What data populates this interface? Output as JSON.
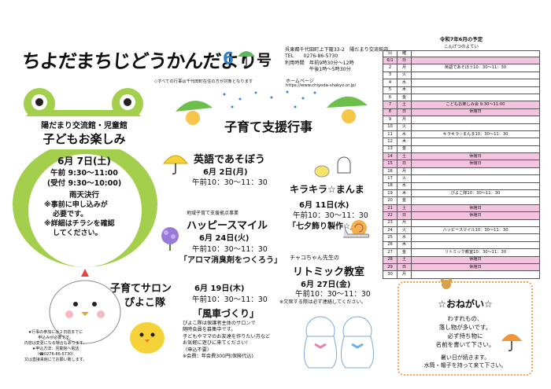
{
  "header": {
    "title": "ちよだまちじどうかんだより",
    "month": "6",
    "issue_suffix": "号",
    "org_lines": [
      "呉東都千代田町上下籠33-2　陽だまり交流館内",
      "TEL　　0276-86-5730",
      "利用時間　年前9時30分〜12時",
      "　　　　　午後1時〜5時30分"
    ],
    "note_all": "◇すべての行事は千代田町在住の方が対象となります",
    "homepage_label": "ホームページ",
    "homepage_url": "https://www.chiyoda-shakyo.or.jp/"
  },
  "frog": {
    "venue": "陽だまり交流館・児童館",
    "event": "子どもお楽しみ",
    "date": "6月 7日(土)",
    "time1": "午前 9:30～11:00",
    "time2": "(受付 9:30～10:00)",
    "rain": "雨天決行",
    "note1": "※事前に申し込みが",
    "note2": "必要です。",
    "note3": "※詳細はチラシを確認",
    "note4": "してください。"
  },
  "center": {
    "heading": "子育て支援行事",
    "eigo_title": "英語であそぼう",
    "eigo_date": "6月 2日(月)",
    "eigo_time": "午前10：30～11：30",
    "kira_title": "キラキラ☆まんま",
    "kira_date": "6月 11日(水)",
    "kira_time": "午前10：30～11：30",
    "kira_theme": "「七夕飾り製作☆」",
    "happy_org": "地域子育て支援拠点事業",
    "happy_title": "ハッピースマイル",
    "happy_date": "6月 24日(火)",
    "happy_time": "午前10：30～11：30",
    "happy_theme": "「アロマ消臭剤をつくろう」",
    "rhythm_pre": "チャコちゃん先生の",
    "rhythm_title": "リトミック教室",
    "rhythm_date": "6月 27日(金)",
    "rhythm_time": "午前10：30～11：30",
    "rhythm_note": "※欠席する際は必ず連絡してください。",
    "salon_title1": "子育てサロン",
    "salon_title2": "ぴよこ隊",
    "salon_date": "6月 19日(木)",
    "salon_time": "午前10：30～11：30",
    "salon_theme": "「風車づくり」",
    "salon_desc1": "ぴよこ隊は保護者主体のサロンで",
    "salon_desc2": "随時会員を募集中です。",
    "salon_desc3": "子どもやママのお友達を作りたい方など",
    "salon_desc4": "お気軽に遊びに来てください！",
    "salon_desc5": "〈申込不要〉",
    "salon_desc6": "※会費：年会費300円(保険代込)",
    "left_note1": "★行事の参加には２日前までに",
    "left_note2": "申込みが必要です。",
    "left_note3": "内容は変更になる場合もあります。",
    "left_note4": "★申込方法：児童館へ電話",
    "left_note5": "（☎0276-86-5730）",
    "left_note6": "又は直接来館にてお願い致します。"
  },
  "schedule": {
    "title": "令和7年6月の予定",
    "subtitle": "こんげつのよてい",
    "col_day": "日",
    "col_week": "曜",
    "rows": [
      {
        "d": "6/1",
        "w": "日",
        "e": "",
        "h": true
      },
      {
        "d": "2",
        "w": "月",
        "e": "英語であそぼう10：30～11：30",
        "h": false
      },
      {
        "d": "3",
        "w": "火",
        "e": "",
        "h": false
      },
      {
        "d": "4",
        "w": "水",
        "e": "",
        "h": false
      },
      {
        "d": "5",
        "w": "木",
        "e": "",
        "h": false
      },
      {
        "d": "6",
        "w": "金",
        "e": "",
        "h": false
      },
      {
        "d": "7",
        "w": "土",
        "e": "こどもお楽しみ会 9:30～11:00",
        "h": true
      },
      {
        "d": "8",
        "w": "日",
        "e": "休館日",
        "h": true
      },
      {
        "d": "9",
        "w": "月",
        "e": "",
        "h": false
      },
      {
        "d": "10",
        "w": "火",
        "e": "",
        "h": false
      },
      {
        "d": "11",
        "w": "水",
        "e": "キラキラ☆まんま10：30～11：30",
        "h": false
      },
      {
        "d": "12",
        "w": "木",
        "e": "",
        "h": false
      },
      {
        "d": "13",
        "w": "金",
        "e": "",
        "h": false
      },
      {
        "d": "14",
        "w": "土",
        "e": "休館日",
        "h": true
      },
      {
        "d": "15",
        "w": "日",
        "e": "休館日",
        "h": true
      },
      {
        "d": "16",
        "w": "月",
        "e": "",
        "h": false
      },
      {
        "d": "17",
        "w": "火",
        "e": "",
        "h": false
      },
      {
        "d": "18",
        "w": "水",
        "e": "",
        "h": false
      },
      {
        "d": "19",
        "w": "木",
        "e": "ぴよこ隊10：30～11：30",
        "h": false
      },
      {
        "d": "20",
        "w": "金",
        "e": "",
        "h": false
      },
      {
        "d": "21",
        "w": "土",
        "e": "休館日",
        "h": true
      },
      {
        "d": "22",
        "w": "日",
        "e": "休館日",
        "h": true
      },
      {
        "d": "23",
        "w": "月",
        "e": "",
        "h": false
      },
      {
        "d": "24",
        "w": "火",
        "e": "ハッピースマイル10：30～11：30",
        "h": false
      },
      {
        "d": "25",
        "w": "水",
        "e": "",
        "h": false
      },
      {
        "d": "26",
        "w": "木",
        "e": "",
        "h": false
      },
      {
        "d": "27",
        "w": "金",
        "e": "リトミック教室10：30～11：30",
        "h": false
      },
      {
        "d": "28",
        "w": "土",
        "e": "休館日",
        "h": true
      },
      {
        "d": "29",
        "w": "日",
        "e": "休館日",
        "h": true
      },
      {
        "d": "30",
        "w": "月",
        "e": "",
        "h": false
      }
    ]
  },
  "notice": {
    "title": "☆おねがい☆",
    "line1": "わすれもの、",
    "line2": "落し物が多いです。",
    "line3": "必ず持ち物に",
    "line4": "名前を書いて下さい。",
    "line5": "暑い日が続きます。",
    "line6": "水筒・帽子を持って来て下さい。"
  },
  "colors": {
    "frog_green": "#a4cf4c",
    "month_blue": "#2e7fc4",
    "holiday_pink": "#f3c3df",
    "notice_orange": "#f0a35a"
  }
}
